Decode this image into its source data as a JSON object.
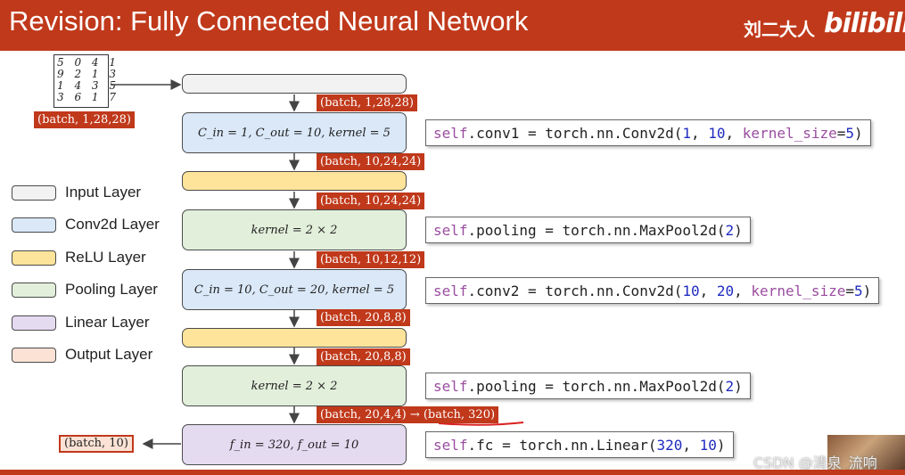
{
  "header": {
    "title": "Revision: Fully Connected Neural Network",
    "author": "刘二大人",
    "brand": "bilibili"
  },
  "input_image": {
    "digit_rows": [
      "5 0 4 1",
      "9 2 1 3",
      "1 4 3 5",
      "3 6 1 7"
    ],
    "shape_label": "(batch, 1,28,28)"
  },
  "layers": [
    {
      "type": "input",
      "label": ""
    },
    {
      "type": "conv",
      "label": "C_in = 1, C_out = 10, kernel = 5"
    },
    {
      "type": "relu",
      "label": ""
    },
    {
      "type": "pool",
      "label": "kernel = 2 × 2"
    },
    {
      "type": "conv",
      "label": "C_in = 10, C_out = 20, kernel = 5"
    },
    {
      "type": "relu",
      "label": ""
    },
    {
      "type": "pool",
      "label": "kernel = 2 × 2"
    },
    {
      "type": "linear",
      "label": "f_in = 320, f_out = 10"
    }
  ],
  "shapes": [
    "(batch, 1,28,28)",
    "(batch, 10,24,24)",
    "(batch, 10,24,24)",
    "(batch, 10,12,12)",
    "(batch, 20,8,8)",
    "(batch, 20,8,8)",
    "(batch, 20,4,4) → (batch, 320)"
  ],
  "output_shape": "(batch, 10)",
  "code": [
    {
      "self": "self",
      "rest": ".conv1 = torch.nn.Conv2d(",
      "args": [
        {
          "t": "1",
          "num": true
        },
        {
          "t": ", ",
          "num": false
        },
        {
          "t": "10",
          "num": true
        },
        {
          "t": ", ",
          "num": false
        },
        {
          "t": "kernel_size",
          "kw": true
        },
        {
          "t": "=",
          "num": false
        },
        {
          "t": "5",
          "num": true
        }
      ],
      "end": ")"
    },
    {
      "self": "self",
      "rest": ".pooling = torch.nn.MaxPool2d(",
      "args": [
        {
          "t": "2",
          "num": true
        }
      ],
      "end": ")"
    },
    {
      "self": "self",
      "rest": ".conv2 = torch.nn.Conv2d(",
      "args": [
        {
          "t": "10",
          "num": true
        },
        {
          "t": ", ",
          "num": false
        },
        {
          "t": "20",
          "num": true
        },
        {
          "t": ", ",
          "num": false
        },
        {
          "t": "kernel_size",
          "kw": true
        },
        {
          "t": "=",
          "num": false
        },
        {
          "t": "5",
          "num": true
        }
      ],
      "end": ")"
    },
    {
      "self": "self",
      "rest": ".pooling = torch.nn.MaxPool2d(",
      "args": [
        {
          "t": "2",
          "num": true
        }
      ],
      "end": ")"
    },
    {
      "self": "self",
      "rest": ".fc = torch.nn.Linear(",
      "args": [
        {
          "t": "320",
          "num": true
        },
        {
          "t": ", ",
          "num": false
        },
        {
          "t": "10",
          "num": true
        }
      ],
      "end": ")"
    }
  ],
  "legend": [
    {
      "label": "Input Layer",
      "color": "#f2f2f2"
    },
    {
      "label": "Conv2d Layer",
      "color": "#dae8f8"
    },
    {
      "label": "ReLU Layer",
      "color": "#fde49a"
    },
    {
      "label": "Pooling Layer",
      "color": "#e2efdb"
    },
    {
      "label": "Linear Layer",
      "color": "#e5dbf1"
    },
    {
      "label": "Output Layer",
      "color": "#fbe2d5"
    }
  ],
  "watermark": "CSDN @清泉_流响",
  "colors": {
    "accent": "#c0391b",
    "code_number": "#1f2bbf",
    "code_keyword": "#9a4ea0"
  }
}
